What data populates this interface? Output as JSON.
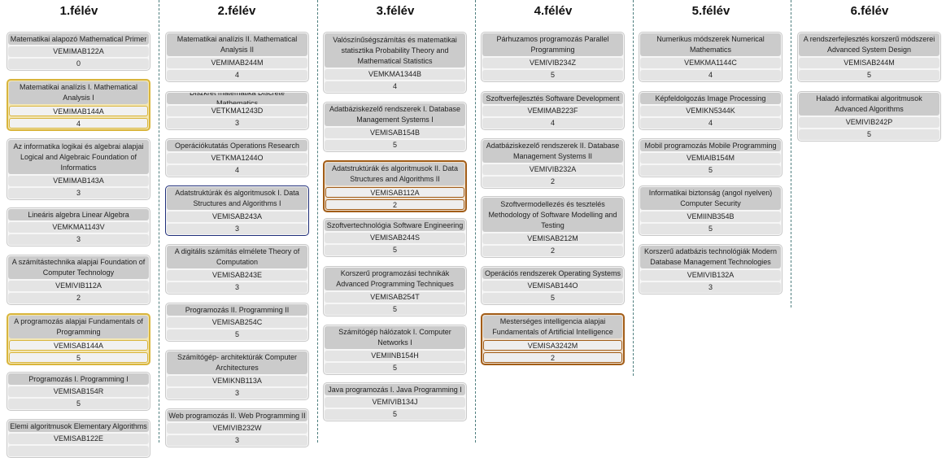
{
  "semesters": [
    {
      "title": "1.félév",
      "courses": [
        {
          "name": "Matematikai alapozó Mathematical Primer",
          "code": "VEMIMAB122A",
          "credit": "0",
          "hl": ""
        },
        {
          "name": "Matematikai analízis I. Mathematical Analysis I",
          "code": "VEMIMAB144A",
          "credit": "4",
          "hl": "yellow"
        },
        {
          "name": "Az informatika logikai és algebrai alapjai Logical and Algebraic Foundation of Informatics",
          "code": "VEMIMAB143A",
          "credit": "3",
          "hl": ""
        },
        {
          "name": "Lineáris algebra Linear Algebra",
          "code": "VEMKMA1143V",
          "credit": "3",
          "hl": ""
        },
        {
          "name": "A számítástechnika alapjai Foundation of Computer Technology",
          "code": "VEMIVIB112A",
          "credit": "2",
          "hl": ""
        },
        {
          "name": "A programozás alapjai Fundamentals of Programming",
          "code": "VEMISAB144A",
          "credit": "5",
          "hl": "yellow"
        },
        {
          "name": "Programozás I. Programming I",
          "code": "VEMISAB154R",
          "credit": "5",
          "hl": ""
        },
        {
          "name": "Elemi algoritmusok Elementary Algorithms",
          "code": "VEMISAB122E",
          "credit": "",
          "hl": ""
        }
      ]
    },
    {
      "title": "2.félév",
      "courses": [
        {
          "name": "Matematikai analízis II. Mathematical Analysis II",
          "code": "VEMIMAB244M",
          "credit": "4",
          "hl": ""
        },
        {
          "name": "Diszkrét matematika Discrete Mathematics",
          "code": "VETKMA1243D",
          "credit": "3",
          "hl": ""
        },
        {
          "name": "Operációkutatás Operations Research",
          "code": "VETKMA1244O",
          "credit": "4",
          "hl": ""
        },
        {
          "name": "Adatstruktúrák és algoritmusok I. Data Structures and Algorithms I",
          "code": "VEMISAB243A",
          "credit": "3",
          "hl": "navy"
        },
        {
          "name": "A digitális számítás elmélete Theory of Computation",
          "code": "VEMISAB243E",
          "credit": "3",
          "hl": ""
        },
        {
          "name": "Programozás II. Programming II",
          "code": "VEMISAB254C",
          "credit": "5",
          "hl": ""
        },
        {
          "name": "Számítógép- architektúrák Computer Architectures",
          "code": "VEMIKNB113A",
          "credit": "3",
          "hl": ""
        },
        {
          "name": "Web programozás II. Web Programming II",
          "code": "VEMIVIB232W",
          "credit": "3",
          "hl": ""
        }
      ]
    },
    {
      "title": "3.félév",
      "courses": [
        {
          "name": "Valószínűségszámítás és matematikai statisztika Probability Theory and Mathematical Statistics",
          "code": "VEMKMA1344B",
          "credit": "4",
          "hl": ""
        },
        {
          "name": "Adatbáziskezelő rendszerek I. Database Management Systems I",
          "code": "VEMISAB154B",
          "credit": "5",
          "hl": ""
        },
        {
          "name": "Adatstruktúrák és algoritmusok II. Data Structures and Algorithms II",
          "code": "VEMISAB112A",
          "credit": "2",
          "hl": "brown"
        },
        {
          "name": "Szoftvertechnológia Software Engineering",
          "code": "VEMISAB244S",
          "credit": "5",
          "hl": ""
        },
        {
          "name": "Korszerű programozási technikák Advanced Programming Techniques",
          "code": "VEMISAB254T",
          "credit": "5",
          "hl": ""
        },
        {
          "name": "Számítógép hálózatok I. Computer Networks I",
          "code": "VEMIINB154H",
          "credit": "5",
          "hl": ""
        },
        {
          "name": "Java programozás I. Java Programming I",
          "code": "VEMIVIB134J",
          "credit": "5",
          "hl": ""
        }
      ]
    },
    {
      "title": "4.félév",
      "courses": [
        {
          "name": "Párhuzamos programozás Parallel Programming",
          "code": "VEMIVIB234Z",
          "credit": "5",
          "hl": ""
        },
        {
          "name": "Szoftverfejlesztés Software Development",
          "code": "VEMIMAB223F",
          "credit": "4",
          "hl": ""
        },
        {
          "name": "Adatbáziskezelő rendszerek II. Database Management Systems II",
          "code": "VEMIVIB232A",
          "credit": "2",
          "hl": ""
        },
        {
          "name": "Szoftvermodellezés és tesztelés Methodology of Software Modelling and Testing",
          "code": "VEMISAB212M",
          "credit": "2",
          "hl": ""
        },
        {
          "name": "Operációs rendszerek Operating Systems",
          "code": "VEMISAB144O",
          "credit": "5",
          "hl": ""
        },
        {
          "name": "Mesterséges intelligencia alapjai Fundamentals of Artificial Intelligence",
          "code": "VEMISA3242M",
          "credit": "2",
          "hl": "brown"
        }
      ]
    },
    {
      "title": "5.félév",
      "courses": [
        {
          "name": "Numerikus módszerek Numerical Mathematics",
          "code": "VEMKMA1144C",
          "credit": "4",
          "hl": ""
        },
        {
          "name": "Képfeldolgozás Image Processing",
          "code": "VEMIKN5344K",
          "credit": "4",
          "hl": ""
        },
        {
          "name": "Mobil programozás Mobile Programming",
          "code": "VEMIAIB154M",
          "credit": "5",
          "hl": ""
        },
        {
          "name": "Informatikai biztonság (angol nyelven) Computer Security",
          "code": "VEMIINB354B",
          "credit": "5",
          "hl": ""
        },
        {
          "name": "Korszerű adatbázis technológiák Modern Database Management Technologies",
          "code": "VEMIVIB132A",
          "credit": "3",
          "hl": ""
        }
      ]
    },
    {
      "title": "6.félév",
      "courses": [
        {
          "name": "A rendszerfejlesztés korszerű módszerei Advanced System Design",
          "code": "VEMISAB244M",
          "credit": "5",
          "hl": ""
        },
        {
          "name": "Haladó informatikai algoritmusok Advanced Algorithms",
          "code": "VEMIVIB242P",
          "credit": "5",
          "hl": ""
        }
      ]
    }
  ]
}
